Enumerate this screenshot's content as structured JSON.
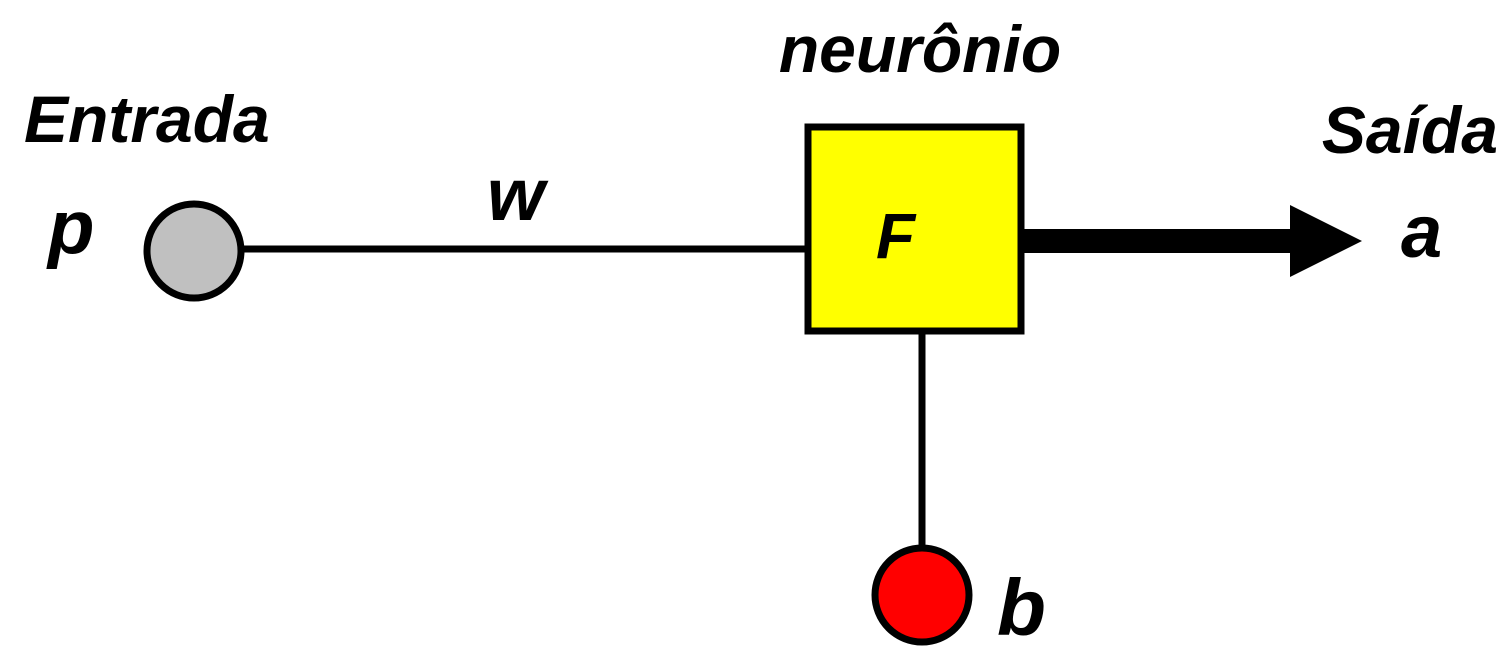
{
  "labels": {
    "neuron": "neurônio",
    "input_heading": "Entrada",
    "output_heading": "Saída",
    "input_var": "p",
    "weight": "w",
    "function": "F",
    "output_var": "a",
    "bias": "b"
  },
  "colors": {
    "input_node": "#c0c0c0",
    "neuron_box": "#ffff00",
    "bias_node": "#ff0000",
    "stroke": "#000000"
  }
}
